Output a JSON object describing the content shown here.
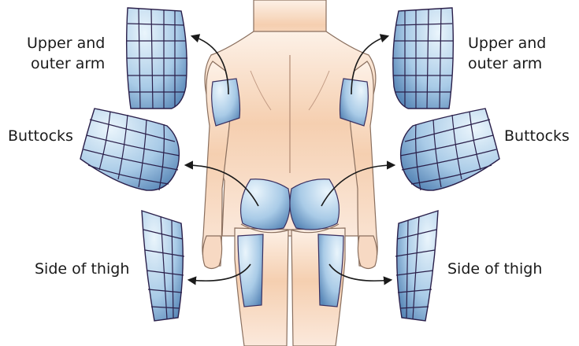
{
  "labels": {
    "left_arm_line1": "Upper and",
    "left_arm_line2": "outer arm",
    "right_arm_line1": "Upper and",
    "right_arm_line2": "outer arm",
    "left_buttocks": "Buttocks",
    "right_buttocks": "Buttocks",
    "left_thigh": "Side of thigh",
    "right_thigh": "Side of thigh"
  },
  "colors": {
    "skin_light": "#fbe9dc",
    "skin": "#f3c9a8",
    "skin_outline": "#8a6f5e",
    "patch_light": "#d7ecf8",
    "patch_dark": "#5f8fbf",
    "grid_line": "#2a1f4a",
    "arrow": "#1a1a1a"
  }
}
